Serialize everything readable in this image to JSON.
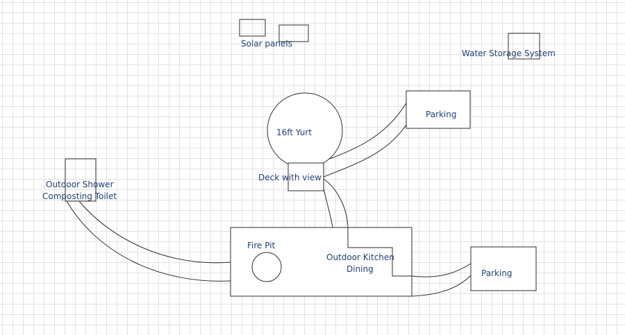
{
  "labels": {
    "solar_panels": "Solar panels",
    "water_storage": "Water Storage System",
    "parking_top": "Parking",
    "yurt": "16ft Yurt",
    "deck": "Deck with view",
    "outdoor_shower": "Outdoor Shower",
    "composting_toilet": "Composting Toilet",
    "fire_pit": "Fire Pit",
    "outdoor_kitchen": "Outdoor Kitchen",
    "dining": "Dining",
    "parking_bottom": "Parking"
  },
  "colors": {
    "label_text": "#1f3f7a",
    "outline": "#2b2b2b",
    "grid": "#e2e2e2"
  }
}
